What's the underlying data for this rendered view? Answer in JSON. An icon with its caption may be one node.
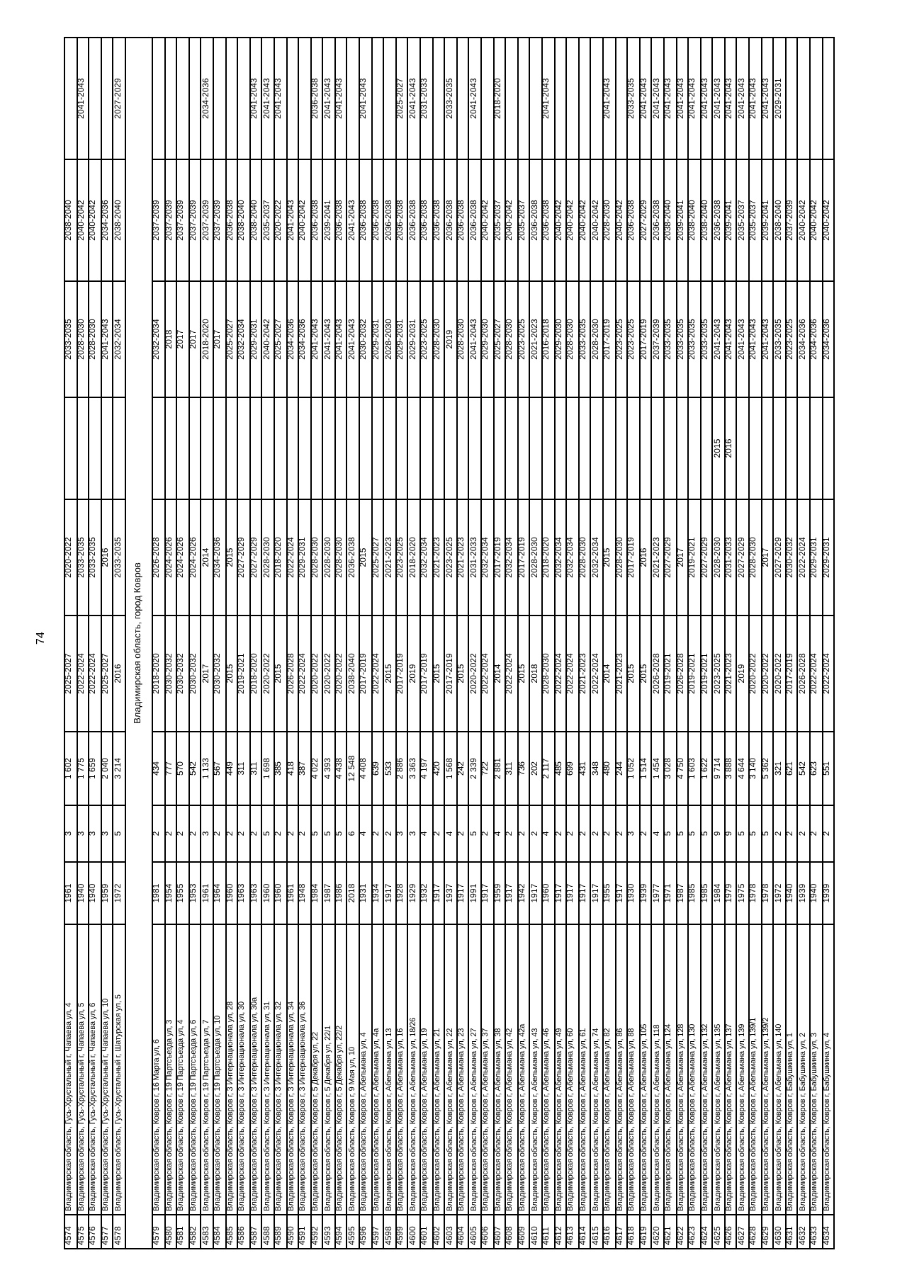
{
  "diagram": {
    "labels": [
      "74",
      "4574",
      "Владимирская область, Гусь-Хрустальный г, Чапаева ул, 4",
      "1961",
      "3",
      "1 602",
      "2025-2027",
      "2020-2022",
      "2033-2035",
      "2038-2040",
      "4575",
      "Владимирская область, Гусь-Хрустальный г, Чапаева ул, 5",
      "1940",
      "3",
      "1 775",
      "2022-2024",
      "2033-2035",
      "2028-2030",
      "2040-2042",
      "2041-2043",
      "4576",
      "Владимирская область, Гусь-Хрустальный г, Чапаева ул, 6",
      "1940",
      "3",
      "1 659",
      "2022-2024",
      "2033-2035",
      "2028-2030",
      "2040-2042",
      "4577",
      "Владимирская область, Гусь-Хрустальный г, Чапаева ул, 10",
      "1959",
      "3",
      "2 040",
      "2025-2027",
      "2016",
      "2041-2043",
      "2034-2036",
      "4578",
      "Владимирская область, Гусь-Хрустальный г, Шатурская ул, 5",
      "1972",
      "5",
      "3 214",
      "2016",
      "2033-2035",
      "2032-2034",
      "2038-2040",
      "2027-2029",
      "Владимирская область, город Ковров",
      "4579",
      "Владимирская область, Ковров г, 16 Марта ул, 6",
      "1981",
      "2",
      "434",
      "2018-2020",
      "2026-2028",
      "2032-2034",
      "2037-2039",
      "4580",
      "Владимирская область, Ковров г, 19 Партсъезда ул, 3",
      "1954",
      "2",
      "777",
      "2030-2032",
      "2024-2026",
      "2018",
      "2037-2039",
      "4581",
      "Владимирская область, Ковров г, 19 Партсъезда ул, 4",
      "1955",
      "2",
      "570",
      "2030-2032",
      "2024-2026",
      "2017",
      "2037-2039",
      "4582",
      "Владимирская область, Ковров г, 19 Партсъезда ул, 6",
      "1953",
      "2",
      "542",
      "2030-2032",
      "2024-2026",
      "2017",
      "2037-2039",
      "4583",
      "Владимирская область, Ковров г, 19 Партсъезда ул, 7",
      "1961",
      "3",
      "1 133",
      "2017",
      "2014",
      "2018-2020",
      "2037-2039",
      "2034-2036",
      "4584",
      "Владимирская область, Ковров г, 19 Партсъезда ул, 10",
      "1964",
      "2",
      "567",
      "2030-2032",
      "2034-2036",
      "2017",
      "2037-2039",
      "4585",
      "Владимирская область, Ковров г, 3 Интернационала ул, 28",
      "1960",
      "2",
      "449",
      "2015",
      "2015",
      "2025-2027",
      "2036-2038",
      "4586",
      "Владимирская область, Ковров г, 3 Интернационала ул, 30",
      "1963",
      "2",
      "311",
      "2019-2021",
      "2027-2029",
      "2032-2034",
      "2038-2040",
      "4587",
      "Владимирская область, Ковров г, 3 Интернационала ул, 30а",
      "1963",
      "2",
      "311",
      "2018-2020",
      "2027-2029",
      "2029-2031",
      "2038-2040",
      "2041-2043",
      "4588",
      "Владимирская область, Ковров г, 3 Интернационала ул, 31",
      "1960",
      "5",
      "1 698",
      "2020-2022",
      "2028-2030",
      "2040-2042",
      "2035-2037",
      "2041-2043",
      "4589",
      "Владимирская область, Ковров г, 3 Интернационала ул, 32",
      "1960",
      "2",
      "385",
      "2015",
      "2018-2020",
      "2025-2027",
      "2020-2022",
      "2041-2043",
      "4590",
      "Владимирская область, Ковров г, 3 Интернационала ул, 34",
      "1961",
      "2",
      "418",
      "2026-2028",
      "2022-2024",
      "2034-2036",
      "2041-2043",
      "4591",
      "Владимирская область, Ковров г, 3 Интернационала ул, 36",
      "1948",
      "2",
      "387",
      "2022-2024",
      "2029-2031",
      "2034-2036",
      "2040-2042",
      "4592",
      "Владимирская область, Ковров г, 5 Декабря ул, 22",
      "1984",
      "5",
      "4 022",
      "2020-2022",
      "2028-2030",
      "2041-2043",
      "2036-2038",
      "2036-2038",
      "4593",
      "Владимирская область, Ковров г, 5 Декабря ул, 22/1",
      "1987",
      "5",
      "4 393",
      "2020-2022",
      "2028-2030",
      "2041-2043",
      "2039-2041",
      "2041-2043",
      "4594",
      "Владимирская область, Ковров г, 5 Декабря ул, 22/2",
      "1986",
      "5",
      "4 438",
      "2020-2022",
      "2028-2030",
      "2041-2043",
      "2036-2038",
      "2041-2043",
      "4595",
      "Владимирская область, Ковров г, 9 Мая ул, 10",
      "2018",
      "6",
      "12 548",
      "2038-2040",
      "2036-2038",
      "2041-2043",
      "2041-2043",
      "4596",
      "Владимирская область, Ковров г, Абельмана ул, 4",
      "1931",
      "4",
      "4 408",
      "2017-2019",
      "2015",
      "2030-2032",
      "2036-2038",
      "2041-2043",
      "4597",
      "Владимирская область, Ковров г, Абельмана ул, 4а",
      "1934",
      "2",
      "639",
      "2022-2024",
      "2025-2027",
      "2029-2031",
      "2036-2038",
      "4598",
      "Владимирская область, Ковров г, Абельмана ул, 13",
      "1917",
      "2",
      "533",
      "2015",
      "2021-2023",
      "2028-2030",
      "2036-2038",
      "4599",
      "Владимирская область, Ковров г, Абельмана ул, 16",
      "1928",
      "3",
      "2 886",
      "2017-2019",
      "2023-2025",
      "2029-2031",
      "2036-2038",
      "2025-2027",
      "4600",
      "Владимирская область, Ковров г, Абельмана ул, 18/26",
      "1929",
      "3",
      "3 363",
      "2019",
      "2018-2020",
      "2029-2031",
      "2036-2038",
      "2041-2043",
      "4601",
      "Владимирская область, Ковров г, Абельмана ул, 19",
      "1932",
      "4",
      "4 197",
      "2017-2019",
      "2032-2034",
      "2023-2025",
      "2036-2038",
      "2031-2033",
      "4602",
      "Владимирская область, Ковров г, Абельмана ул, 21",
      "1917",
      "2",
      "420",
      "2015",
      "2021-2023",
      "2028-2030",
      "2036-2038",
      "4603",
      "Владимирская область, Ковров г, Абельмана ул, 22",
      "1937",
      "4",
      "1 568",
      "2017-2019",
      "2023-2025",
      "2019",
      "2036-2038",
      "2033-2035",
      "4604",
      "Владимирская область, Ковров г, Абельмана ул, 23",
      "1917",
      "2",
      "242",
      "2015",
      "2021-2023",
      "2028-2030",
      "2036-2038",
      "4605",
      "Владимирская область, Ковров г, Абельмана ул, 27",
      "1991",
      "5",
      "2 339",
      "2020-2022",
      "2031-2033",
      "2041-2043",
      "2036-2038",
      "2041-2043",
      "4606",
      "Владимирская область, Ковров г, Абельмана ул, 37",
      "1917",
      "2",
      "722",
      "2022-2024",
      "2032-2034",
      "2029-2030",
      "2040-2042",
      "4607",
      "Владимирская область, Ковров г, Абельмана ул, 38",
      "1959",
      "4",
      "2 881",
      "2014",
      "2017-2019",
      "2025-2027",
      "2035-2037",
      "2018-2020",
      "4608",
      "Владимирская область, Ковров г, Абельмана ул, 42",
      "1917",
      "2",
      "311",
      "2022-2024",
      "2032-2034",
      "2028-2030",
      "2040-2042",
      "4609",
      "Владимирская область, Ковров г, Абельмана ул, 42а",
      "1942",
      "2",
      "736",
      "2015",
      "2017-2019",
      "2023-2025",
      "2035-2037",
      "4610",
      "Владимирская область, Ковров г, Абельмана ул, 43",
      "1917",
      "2",
      "202",
      "2018",
      "2028-2030",
      "2021-2023",
      "2036-2038",
      "4611",
      "Владимирская область, Ковров г, Абельмана ул, 46",
      "1960",
      "4",
      "2 117",
      "2028-2030",
      "2018-2020",
      "2016-2018",
      "2036-2038",
      "2041-2043",
      "4612",
      "Владимирская область, Ковров г, Абельмана ул, 49",
      "1917",
      "2",
      "485",
      "2022-2024",
      "2032-2034",
      "2029-2030",
      "2040-2042",
      "4613",
      "Владимирская область, Ковров г, Абельмана ул, 60",
      "1917",
      "2",
      "699",
      "2022-2024",
      "2032-2034",
      "2028-2030",
      "2040-2042",
      "4614",
      "Владимирская область, Ковров г, Абельмана ул, 61",
      "1917",
      "2",
      "431",
      "2021-2023",
      "2028-2030",
      "2033-2035",
      "2040-2042",
      "4615",
      "Владимирская область, Ковров г, Абельмана ул, 74",
      "1917",
      "2",
      "348",
      "2022-2024",
      "2032-2034",
      "2028-2030",
      "2040-2042",
      "4616",
      "Владимирская область, Ковров г, Абельмана ул, 82",
      "1955",
      "2",
      "480",
      "2014",
      "2015",
      "2017-2019",
      "2028-2030",
      "2041-2043",
      "4617",
      "Владимирская область, Ковров г, Абельмана ул, 86",
      "1917",
      "2",
      "244",
      "2021-2023",
      "2028-2030",
      "2023-2025",
      "2040-2042",
      "4618",
      "Владимирская область, Ковров г, Абельмана ул, 88",
      "1930",
      "3",
      "1 052",
      "2015",
      "2017-2019",
      "2023-2025",
      "2036-2038",
      "2033-2035",
      "4619",
      "Владимирская область, Ковров г, Абельмана ул, 105",
      "1939",
      "2",
      "1 514",
      "2015",
      "2016",
      "2017-2019",
      "2027-2029",
      "2041-2043",
      "4620",
      "Владимирская область, Ковров г, Абельмана ул, 118",
      "1977",
      "4",
      "1 454",
      "2026-2028",
      "2021-2023",
      "2037-2039",
      "2036-2038",
      "2041-2043",
      "4621",
      "Владимирская область, Ковров г, Абельмана ул, 124",
      "1971",
      "5",
      "3 028",
      "2019-2021",
      "2027-2029",
      "2033-2035",
      "2038-2040",
      "2041-2043",
      "4622",
      "Владимирская область, Ковров г, Абельмана ул, 128",
      "1987",
      "5",
      "4 750",
      "2026-2028",
      "2017",
      "2033-2035",
      "2039-2041",
      "2041-2043",
      "4623",
      "Владимирская область, Ковров г, Абельмана ул, 130",
      "1985",
      "5",
      "1 603",
      "2019-2021",
      "2019-2021",
      "2033-2035",
      "2038-2040",
      "2041-2043",
      "4624",
      "Владимирская область, Ковров г, Абельмана ул, 132",
      "1985",
      "5",
      "1 622",
      "2019-2021",
      "2027-2029",
      "2033-2035",
      "2038-2040",
      "2041-2043",
      "4625",
      "Владимирская область, Ковров г, Абельмана ул, 135",
      "1984",
      "9",
      "9 714",
      "2023-2025",
      "2028-2030",
      "2015",
      "2041-2043",
      "2036-2038",
      "2041-2043",
      "4626",
      "Владимирская область, Ковров г, Абельмана ул, 137",
      "1979",
      "9",
      "3 888",
      "2021-2023",
      "2031-2033",
      "2016",
      "2041-2043",
      "2039-2041",
      "2041-2043",
      "4627",
      "Владимирская область, Ковров г, Абельмана ул, 139",
      "1975",
      "5",
      "4 644",
      "2019",
      "2027-2029",
      "2041-2043",
      "2035-2037",
      "2041-2043",
      "4628",
      "Владимирская область, Ковров г, Абельмана ул, 139/1",
      "1978",
      "5",
      "3 140",
      "2020-2022",
      "2028-2030",
      "2041-2043",
      "2035-2037",
      "2041-2043",
      "4629",
      "Владимирская область, Ковров г, Абельмана ул, 139/2",
      "1978",
      "5",
      "5 362",
      "2020-2022",
      "2017",
      "2041-2043",
      "2039-2041",
      "2041-2043",
      "4630",
      "Владимирская область, Ковров г, Абельмана ул, 140",
      "1972",
      "2",
      "321",
      "2020-2022",
      "2027-2029",
      "2033-2035",
      "2038-2040",
      "2029-2031",
      "4631",
      "Владимирская область, Ковров г, Бабушкина ул, 1",
      "1940",
      "2",
      "621",
      "2017-2019",
      "2030-2032",
      "2023-2025",
      "2037-2039",
      "4632",
      "Владимирская область, Ковров г, Бабушкина ул, 2",
      "1939",
      "2",
      "542",
      "2026-2028",
      "2022-2024",
      "2034-2036",
      "2040-2042",
      "4633",
      "Владимирская область, Ковров г, Бабушкина ул, 3",
      "1940",
      "2",
      "623",
      "2022-2024",
      "2029-2031",
      "2034-2036",
      "2040-2042",
      "4634",
      "Владимирская область, Ковров г, Бабушкина ул, 4",
      "1939",
      "2",
      "551",
      "2022-2024",
      "2029-2031",
      "2034-2036",
      "2040-2042"
    ]
  }
}
